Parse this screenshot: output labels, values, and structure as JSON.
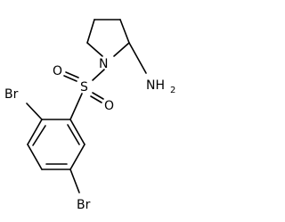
{
  "molecule": {
    "atoms": {
      "nitrogen": "N",
      "sulfur": "S",
      "oxygen_top": "O",
      "oxygen_bottom": "O",
      "bromine_top": "Br",
      "bromine_bottom": "Br",
      "amine_main": "NH",
      "amine_sub": "2"
    }
  }
}
